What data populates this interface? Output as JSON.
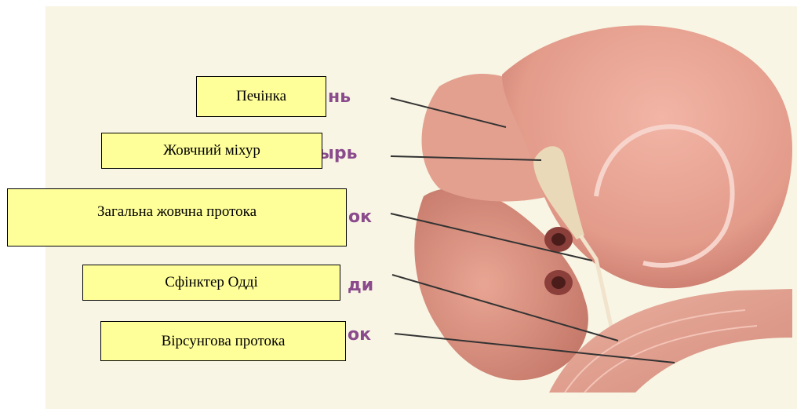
{
  "labels": [
    {
      "id": "liver",
      "text": "Печінка"
    },
    {
      "id": "gallbladder",
      "text": "Жовчний міхур"
    },
    {
      "id": "common-bile-duct",
      "text": "Загальна жовчна протока"
    },
    {
      "id": "sphincter-oddi",
      "text": "Сфінктер Одді"
    },
    {
      "id": "pancreatic-duct",
      "text": "Вірсунгова протока"
    }
  ],
  "background_text_fragments": [
    "нь",
    "ырь",
    "ок",
    "ди",
    "ок"
  ],
  "colors": {
    "panel_background": "#f8f5e4",
    "label_fill": "#ffff99",
    "organ_tissue": "#e8a090",
    "organ_shadow": "#c97a6c",
    "background_text": "#8a4a8c",
    "leader_line": "#333333"
  }
}
